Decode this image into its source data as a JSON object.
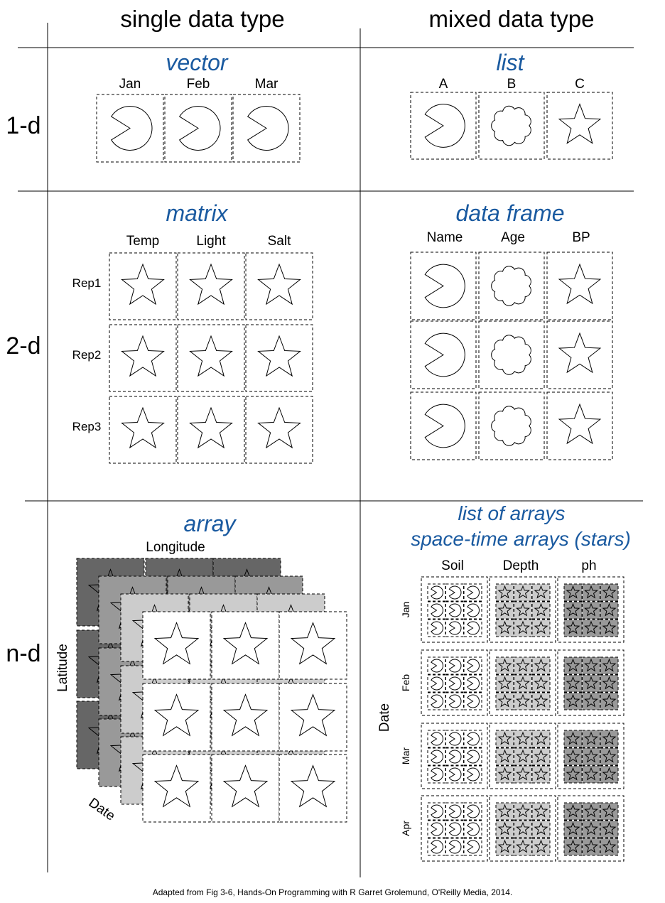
{
  "headers": {
    "single": "single data type",
    "mixed": "mixed data type"
  },
  "rows": {
    "one_d": "1-d",
    "two_d": "2-d",
    "n_d": "n-d"
  },
  "vector": {
    "title": "vector",
    "labels": [
      "Jan",
      "Feb",
      "Mar"
    ],
    "shapes": [
      "pacman",
      "pacman",
      "pacman"
    ]
  },
  "list": {
    "title": "list",
    "labels": [
      "A",
      "B",
      "C"
    ],
    "shapes": [
      "pacman",
      "cloud",
      "star"
    ]
  },
  "matrix": {
    "title": "matrix",
    "cols": [
      "Temp",
      "Light",
      "Salt"
    ],
    "rows": [
      "Rep1",
      "Rep2",
      "Rep3"
    ],
    "shape": "star"
  },
  "data_frame": {
    "title": "data frame",
    "cols": [
      "Name",
      "Age",
      "BP"
    ],
    "shapes": [
      "pacman",
      "cloud",
      "star"
    ]
  },
  "array": {
    "title": "array",
    "x_label": "Longitude",
    "y_label": "Latitude",
    "z_label": "Date",
    "layer_colors": [
      "#666666",
      "#999999",
      "#cccccc",
      "#ffffff"
    ]
  },
  "list_of_arrays": {
    "title": "list of arrays",
    "subtitle": "space-time arrays (stars)",
    "cols": [
      "Soil",
      "Depth",
      "ph"
    ],
    "rows": [
      "Jan",
      "Feb",
      "Mar",
      "Apr"
    ],
    "row_axis": "Date",
    "col_shapes": [
      "pacman",
      "star",
      "star"
    ],
    "col_fills": [
      "#ffffff",
      "#cccccc",
      "#999999"
    ]
  },
  "footer": "Adapted from Fig 3-6, Hands-On Programming with R Garret Grolemund, O'Reilly Media, 2014."
}
